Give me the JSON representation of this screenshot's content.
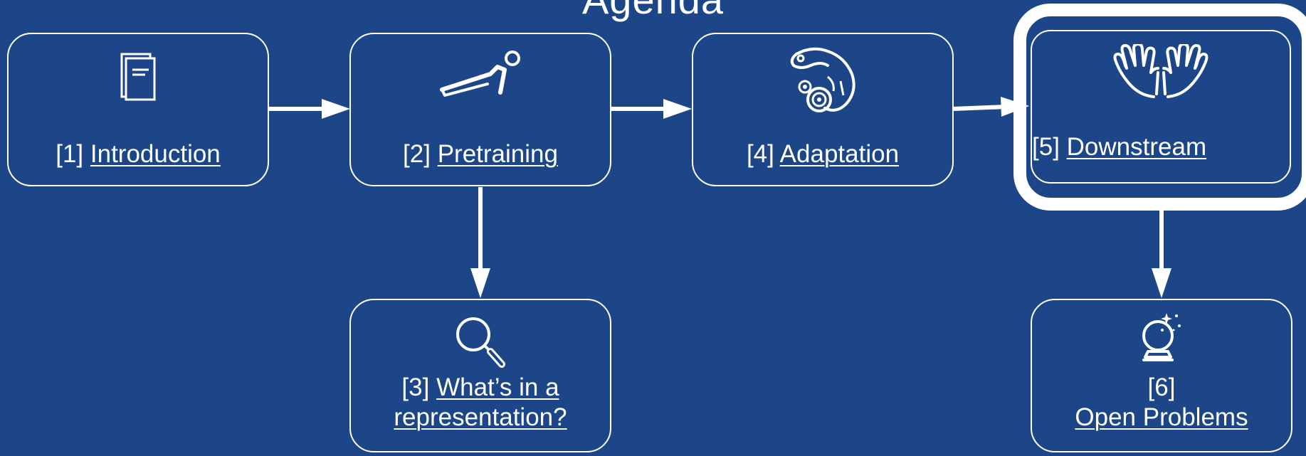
{
  "title": "Agenda",
  "nodes": [
    {
      "id": "introduction",
      "prefix": "[1]",
      "label": "Introduction",
      "icon": "book-icon"
    },
    {
      "id": "pretraining",
      "prefix": "[2]",
      "label": "Pretraining",
      "icon": "pushup-icon"
    },
    {
      "id": "representation",
      "prefix": "[3]",
      "label_line1": "What’s in a",
      "label_line2": "representation?",
      "icon": "magnifier-icon"
    },
    {
      "id": "adaptation",
      "prefix": "[4]",
      "label": "Adaptation",
      "icon": "chameleon-icon"
    },
    {
      "id": "downstream",
      "prefix": "[5]",
      "label": "Downstream",
      "icon": "hands-icon",
      "highlighted": true
    },
    {
      "id": "open-problems",
      "prefix": "[6]",
      "label": "Open Problems",
      "icon": "crystal-ball-icon"
    }
  ],
  "colors": {
    "background": "#1d4688",
    "foreground": "#ffffff"
  }
}
